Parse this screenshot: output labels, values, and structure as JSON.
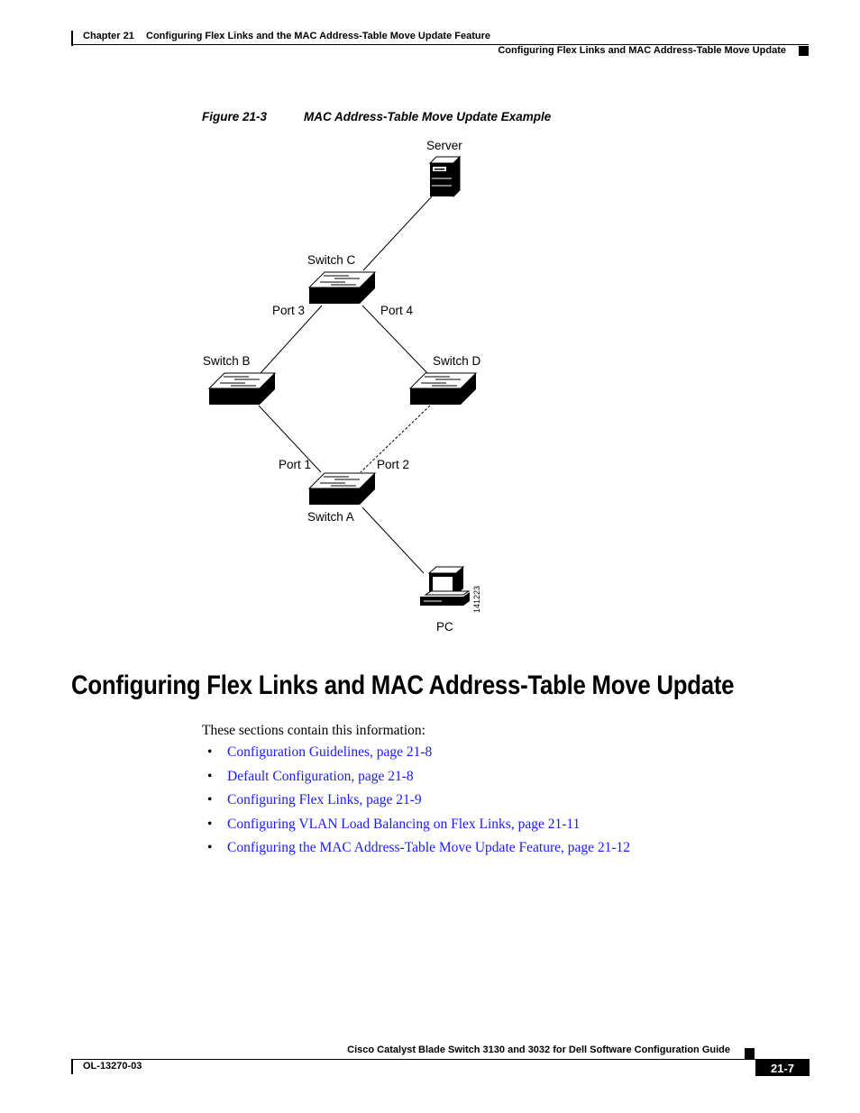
{
  "header": {
    "chapter": "Chapter 21",
    "chapter_title": "Configuring Flex Links and the MAC Address-Table Move Update Feature",
    "section": "Configuring Flex Links and MAC Address-Table Move Update"
  },
  "figure": {
    "number": "Figure 21-3",
    "title": "MAC Address-Table Move Update Example",
    "labels": {
      "server": "Server",
      "switch_c": "Switch C",
      "port3": "Port 3",
      "port4": "Port 4",
      "switch_b": "Switch B",
      "switch_d": "Switch D",
      "port1": "Port 1",
      "port2": "Port 2",
      "switch_a": "Switch A",
      "pc": "PC",
      "art_id": "141223"
    }
  },
  "section": {
    "title": "Configuring Flex Links and MAC Address-Table Move Update",
    "intro": "These sections contain this information:",
    "links": [
      "Configuration Guidelines, page 21-8",
      "Default Configuration, page 21-8",
      "Configuring Flex Links, page 21-9",
      "Configuring VLAN Load Balancing on Flex Links, page 21-11",
      "Configuring the MAC Address-Table Move Update Feature, page 21-12"
    ],
    "bullet": "•"
  },
  "footer": {
    "guide_title": "Cisco Catalyst Blade Switch 3130 and 3032 for Dell Software Configuration Guide",
    "doc_id": "OL-13270-03",
    "page": "21-7"
  },
  "colors": {
    "link": "#1a1aff",
    "text": "#000000"
  }
}
